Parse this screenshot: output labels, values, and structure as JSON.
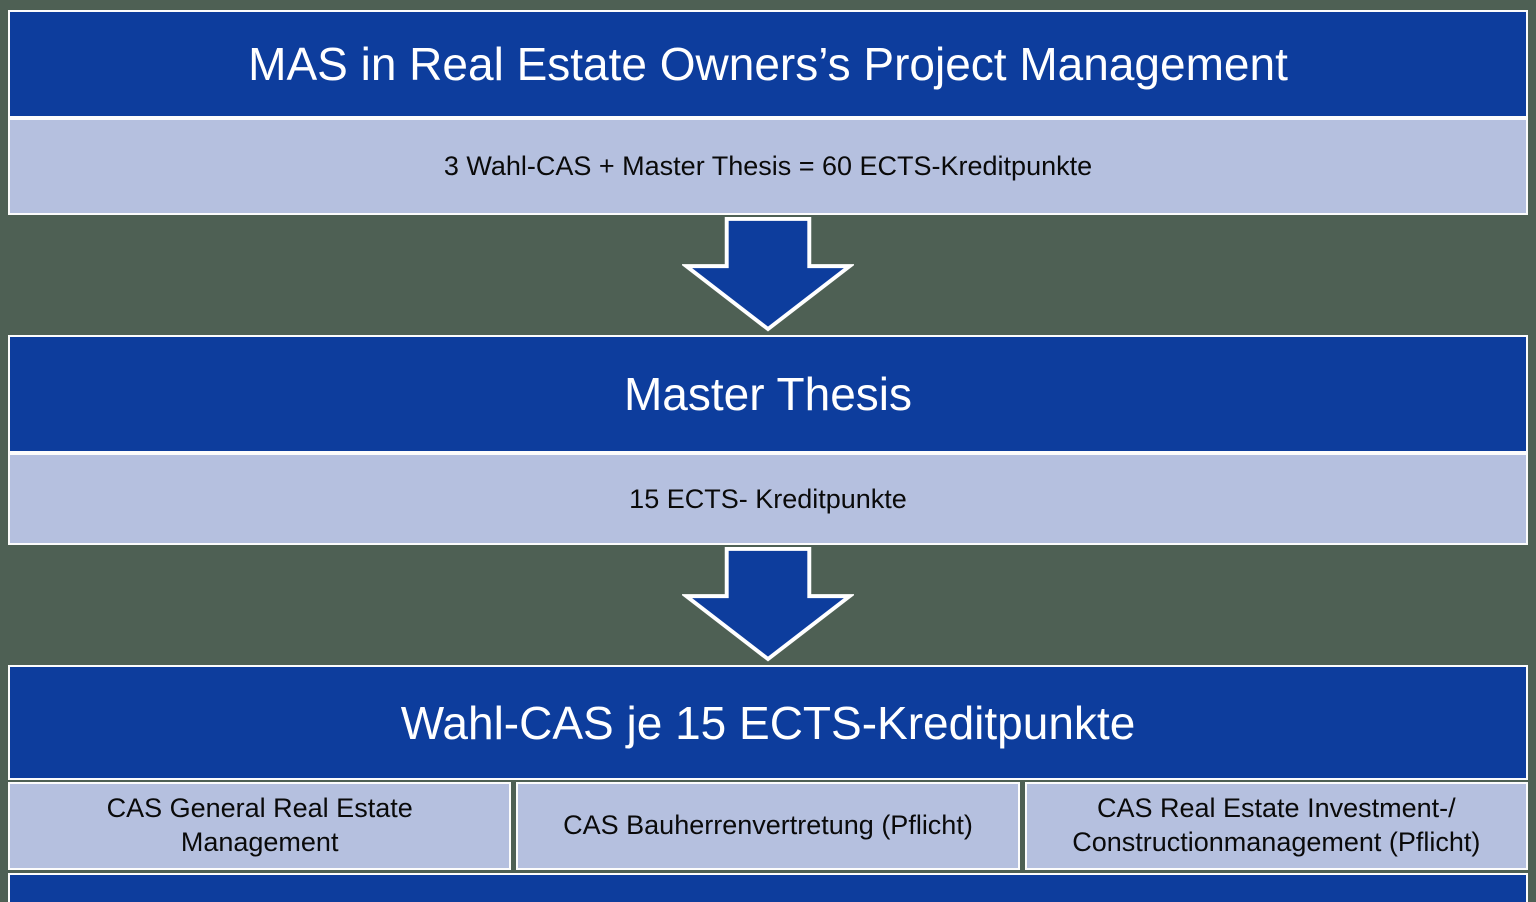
{
  "colors": {
    "dark_blue": "#0d3d9d",
    "light_blue": "#b5c0df",
    "background": "#4e6054"
  },
  "diagram": {
    "title": "MAS in Real Estate Owners’s Project Management",
    "summary": "3 Wahl-CAS + Master Thesis = 60 ECTS-Kreditpunkte",
    "master_thesis": {
      "title": "Master Thesis",
      "credits": "15 ECTS- Kreditpunkte"
    },
    "wahl_cas": {
      "title": "Wahl-CAS je 15 ECTS-Kreditpunkte",
      "options": [
        {
          "label": "CAS General Real Estate\nManagement"
        },
        {
          "label": "CAS Bauherrenvertretung (Pflicht)"
        },
        {
          "label": "CAS Real Estate Investment-/\nConstructionmanagement (Pflicht)"
        }
      ]
    }
  }
}
